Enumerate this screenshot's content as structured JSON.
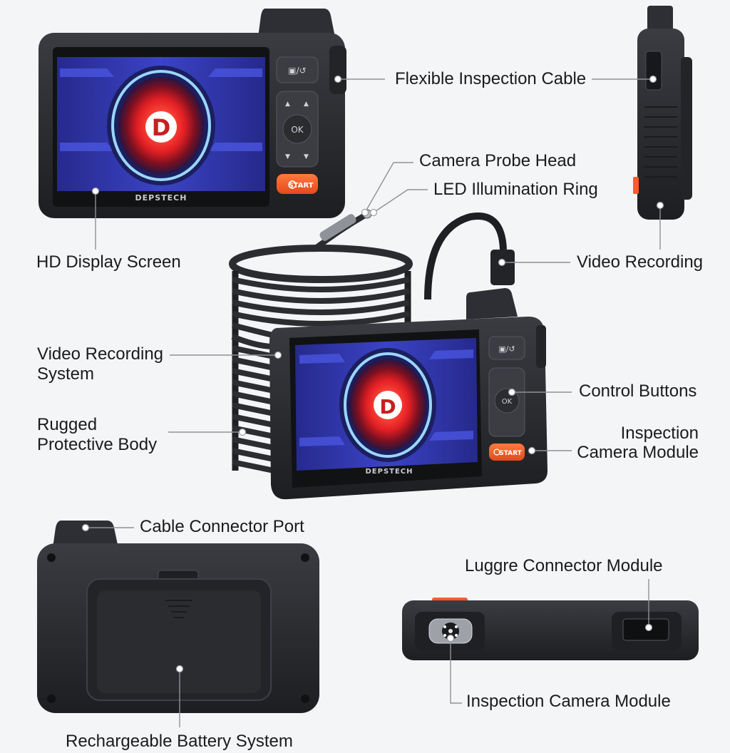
{
  "brand": "DEPSTECH",
  "buttons": {
    "ok": "OK",
    "start": "START"
  },
  "logo_letter": "D",
  "colors": {
    "accent": "#ff5a2c",
    "body": "#2a2c30",
    "screen_red": "#e8272a",
    "screen_blue": "#3b3fb8"
  },
  "labels": {
    "flexible_cable": "Flexible Inspection Cable",
    "probe_head": "Camera Probe Head",
    "led_ring": "LED Illumination Ring",
    "hd_display": "HD Display Screen",
    "video_recording_right": "Video Recording",
    "video_system_1": "Video Recording",
    "video_system_2": "System",
    "rugged_1": "Rugged",
    "rugged_2": "Protective Body",
    "control_buttons": "Control Buttons",
    "inspection_module_1": "Inspection",
    "inspection_module_2": "Camera Module",
    "cable_port": "Cable Connector Port",
    "luggre": "Luggre Connector Module",
    "inspection_camera_bottom": "Inspection Camera Module",
    "battery": "Rechargeable Battery System"
  }
}
